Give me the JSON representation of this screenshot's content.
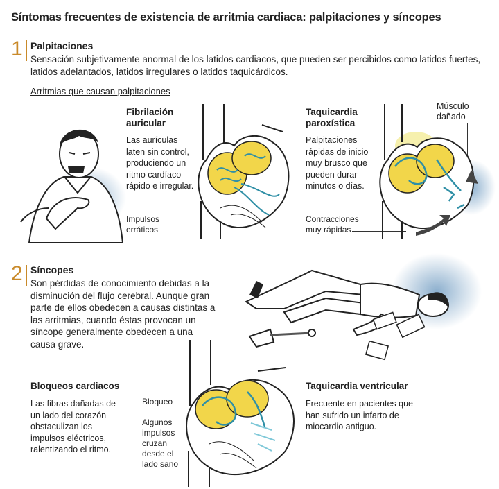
{
  "title": "Síntomas frecuentes de existencia de arritmia cardiaca: palpitaciones y síncopes",
  "section1": {
    "number": "1",
    "heading": "Palpitaciones",
    "text_line1": "Sensación subjetivamente anormal de los latidos cardiacos, que pueden ser percibidos como latidos fuertes,",
    "text_line2": "latidos adelantados, latidos irregulares o latidos taquicárdicos.",
    "subheading": "Arritmias que causan palpitaciones",
    "fibrilacion": {
      "title_line1": "Fibrilación",
      "title_line2": "auricular",
      "desc": [
        "Las aurículas",
        "laten sin control,",
        "produciendo un",
        "ritmo cardíaco",
        "rápido e irregular."
      ],
      "label": [
        "Impulsos",
        "erráticos"
      ]
    },
    "taquicardia": {
      "title_line1": "Taquicardia",
      "title_line2": "paroxística",
      "desc": [
        "Palpitaciones",
        "rápidas de inicio",
        "muy brusco que",
        "pueden durar",
        "minutos o días."
      ],
      "label_muscle": [
        "Músculo",
        "dañado"
      ],
      "label_contr": [
        "Contracciones",
        "muy rápidas"
      ]
    }
  },
  "section2": {
    "number": "2",
    "heading": "Síncopes",
    "text": [
      "Son pérdidas de conocimiento debidas a la",
      "disminución del flujo cerebral. Aunque gran",
      "parte de ellos obedecen a causas distintas a",
      "las arritmias, cuando éstas provocan un",
      "síncope generalmente obedecen a una",
      "causa grave."
    ],
    "bloqueos": {
      "title": "Bloqueos cardiacos",
      "desc": [
        "Las fibras dañadas de",
        "un lado del corazón",
        "obstaculizan los",
        "impulsos eléctricos,",
        "ralentizando el ritmo."
      ],
      "label_bloqueo": "Bloqueo",
      "label_impulsos": [
        "Algunos",
        "impulsos",
        "cruzan",
        "desde el",
        "lado sano"
      ]
    },
    "ventricular": {
      "title": "Taquicardia ventricular",
      "desc": [
        "Frecuente en pacientes que",
        "han sufrido un infarto de",
        "miocardio antiguo."
      ]
    }
  },
  "colors": {
    "accent": "#c98a2a",
    "atrium_yellow": "#f2d64a",
    "conduction_teal": "#2f8fa6",
    "glow_blue": "#7fa6c8"
  }
}
